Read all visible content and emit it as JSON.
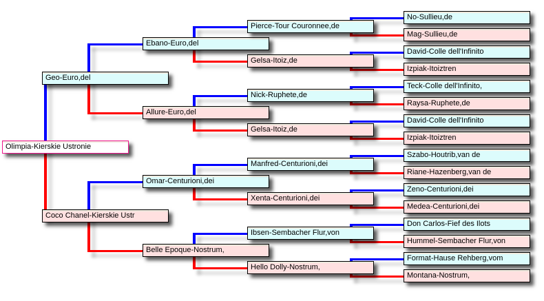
{
  "colors": {
    "sire_line": "#0000ff",
    "dam_line": "#ff0000",
    "sire_bg": "#dcfcfc",
    "dam_bg": "#ffe0e0",
    "root_border": "#f0148c"
  },
  "generations": [
    {
      "nodes": [
        "Olimpia-Kierskie Ustronie"
      ]
    },
    {
      "nodes": [
        "Geo-Euro,del",
        "Coco Chanel-Kierskie Ustr"
      ]
    },
    {
      "nodes": [
        "Ebano-Euro,del",
        "Allure-Euro,del",
        "Omar-Centurioni,dei",
        "Belle Epoque-Nostrum,"
      ]
    },
    {
      "nodes": [
        "Pierce-Tour Couronnee,de",
        "Gelsa-Itoiz,de",
        "Nick-Ruphete,de",
        "Gelsa-Itoiz,de",
        "Manfred-Centurioni,dei",
        "Xenta-Centurioni,dei",
        "Ibsen-Sembacher Flur,von",
        "Hello Dolly-Nostrum,"
      ]
    },
    {
      "nodes": [
        "No-Sullieu,de",
        "Mag-Sullieu,de",
        "David-Colle dell'Infinito",
        "Izpiak-Itoiztren",
        "Teck-Colle dell'Infinito,",
        "Raysa-Ruphete,de",
        "David-Colle dell'Infinito",
        "Izpiak-Itoiztren",
        "Szabo-Houtrib,van de",
        "Riane-Hazenberg,van de",
        "Zeno-Centurioni,dei",
        "Medea-Centurioni,dei",
        "Don Carlos-Fief des Ilots",
        "Hummel-Sembacher Flur,von",
        "Format-Hause Rehberg,vom",
        "Montana-Nostrum,"
      ]
    }
  ]
}
